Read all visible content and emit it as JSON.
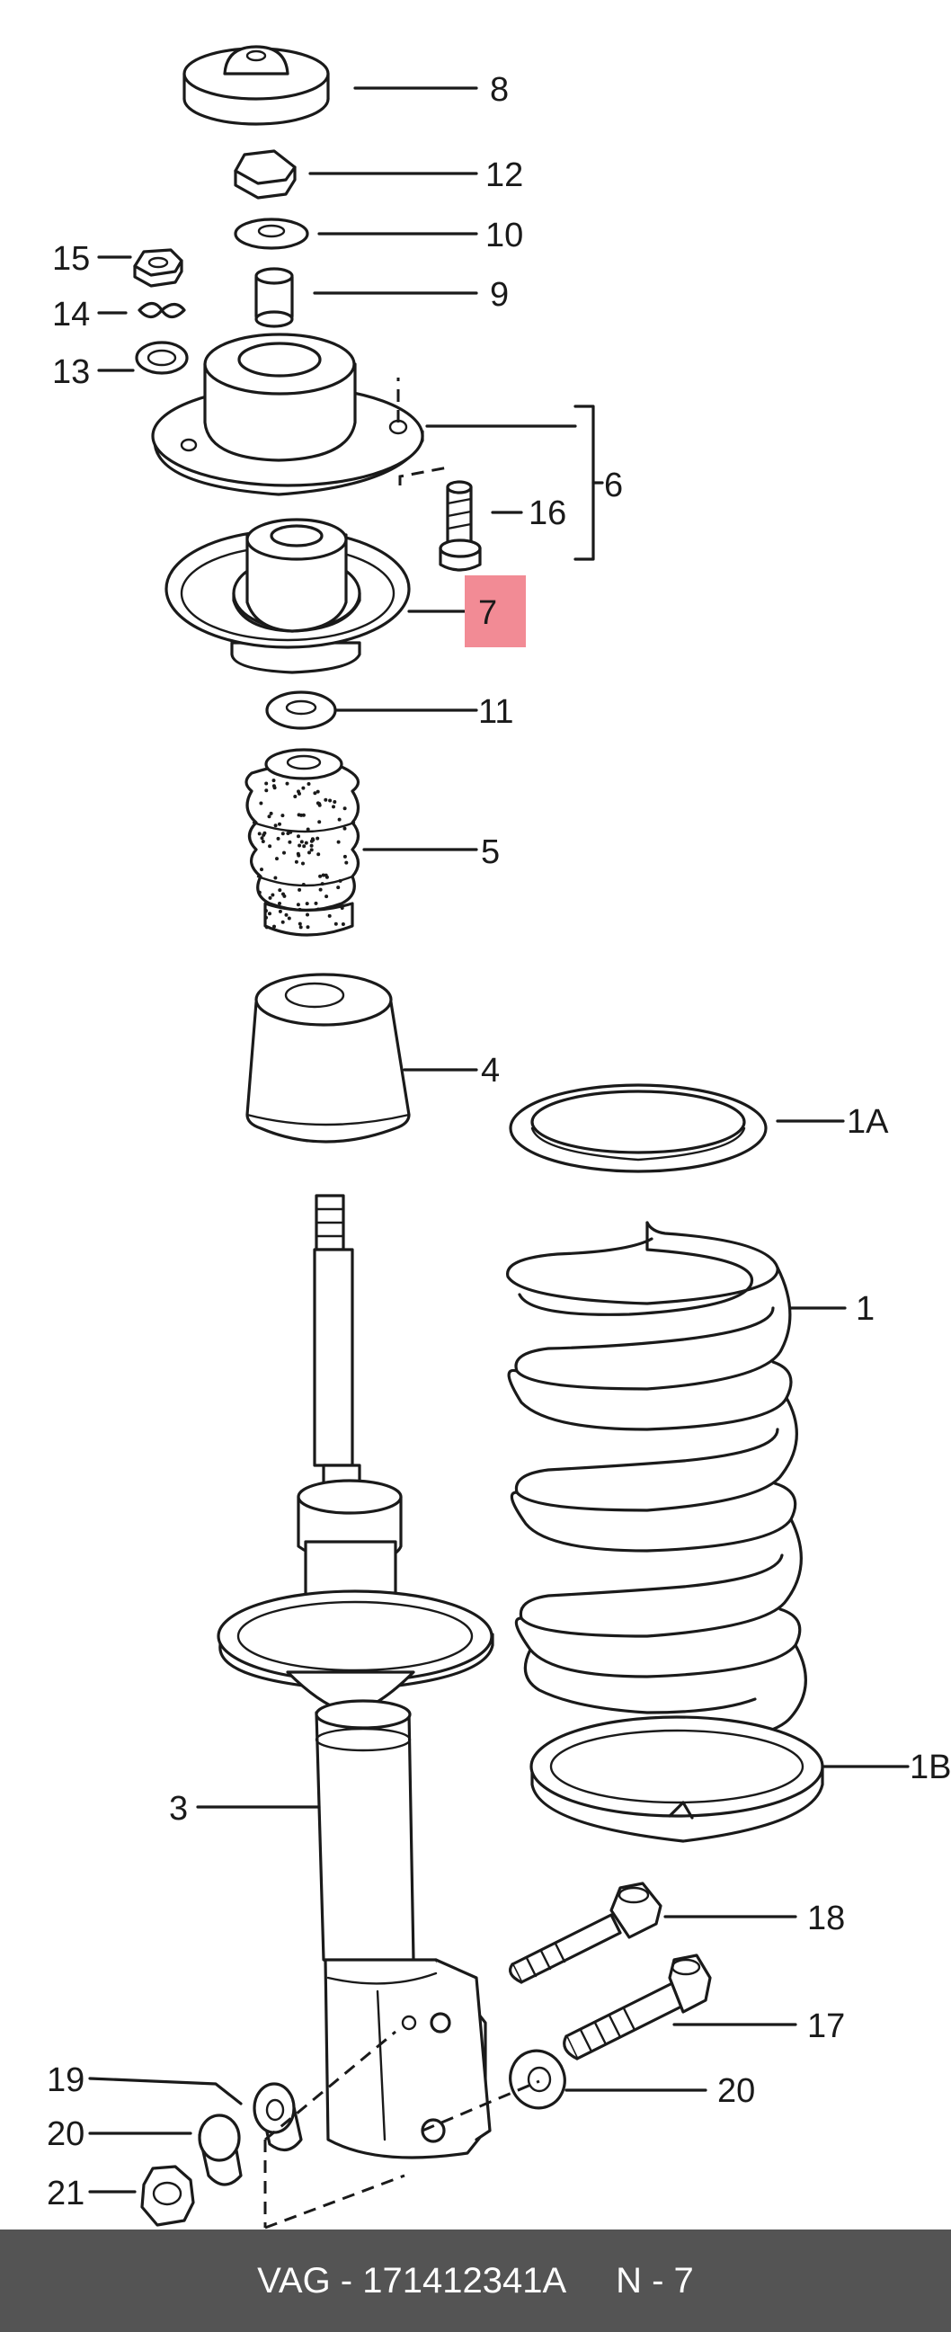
{
  "labels": {
    "l8": "8",
    "l12": "12",
    "l15": "15",
    "l10": "10",
    "l14": "14",
    "l9": "9",
    "l13": "13",
    "l6": "6",
    "l16": "16",
    "l7": "7",
    "l11": "11",
    "l5": "5",
    "l4": "4",
    "l1A": "1A",
    "l1": "1",
    "l3": "3",
    "l1B": "1B",
    "l18": "18",
    "l17": "17",
    "l19": "19",
    "l20a": "20",
    "l20b": "20",
    "l21": "21"
  },
  "highlight_color": "#f28b95",
  "footer": {
    "code": "VAG - 171412341A",
    "page": "N - 7"
  }
}
